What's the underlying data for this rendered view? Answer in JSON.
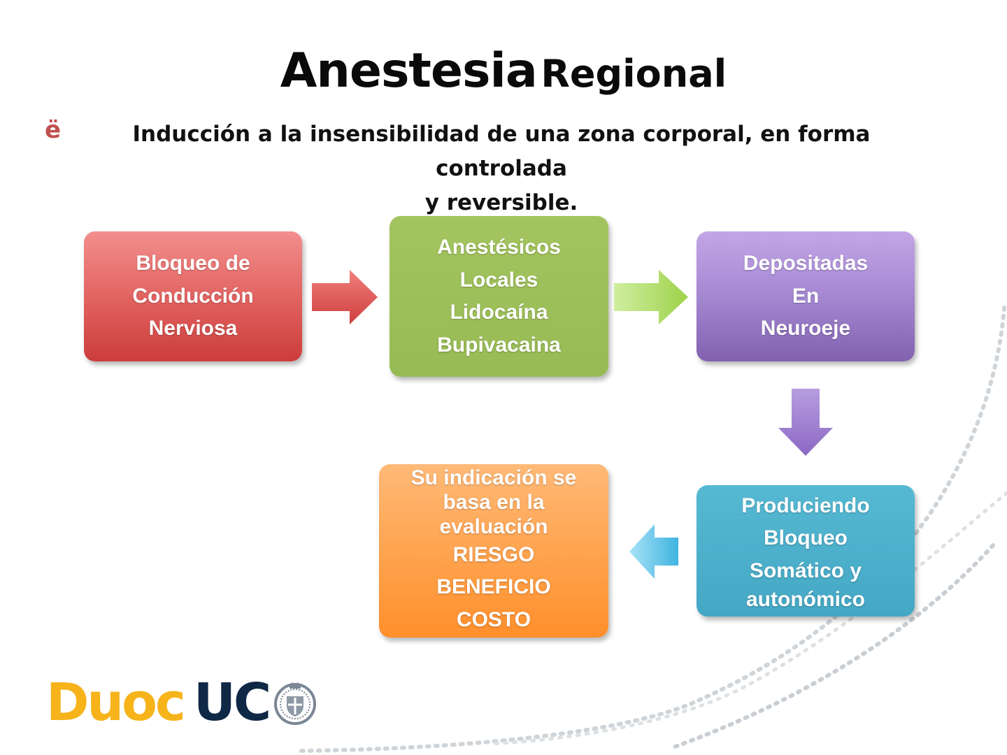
{
  "title": {
    "main": "Anestesia",
    "sub": "Regional"
  },
  "bullet": {
    "mark": "ë",
    "line1": "Inducción a la insensibilidad de una zona corporal, en forma controlada",
    "line2": "y reversible."
  },
  "flow": {
    "box1": [
      "Bloqueo de",
      "Conducción",
      "Nerviosa"
    ],
    "box2": [
      "Anestésicos",
      "Locales",
      "Lidocaína",
      "Bupivacaina"
    ],
    "box3": [
      "Depositadas",
      "En",
      "Neuroeje"
    ],
    "box4": [
      "Produciendo",
      "Bloqueo",
      "Somático y",
      "autonómico"
    ],
    "box5": [
      "Su indicación se",
      "basa en la",
      "evaluación",
      "RIESGO",
      "BENEFICIO",
      "COSTO"
    ]
  },
  "logo": {
    "duoc": "Duoc",
    "uc": "UC"
  },
  "colors": {
    "red": "#e0605e",
    "green": "#9bbb59",
    "purple": "#a487d1",
    "blue": "#44a7c4",
    "orange": "#ffa24c",
    "bullet": "#c0504d",
    "logo_yellow": "#f6b31a",
    "logo_navy": "#0f2846"
  }
}
